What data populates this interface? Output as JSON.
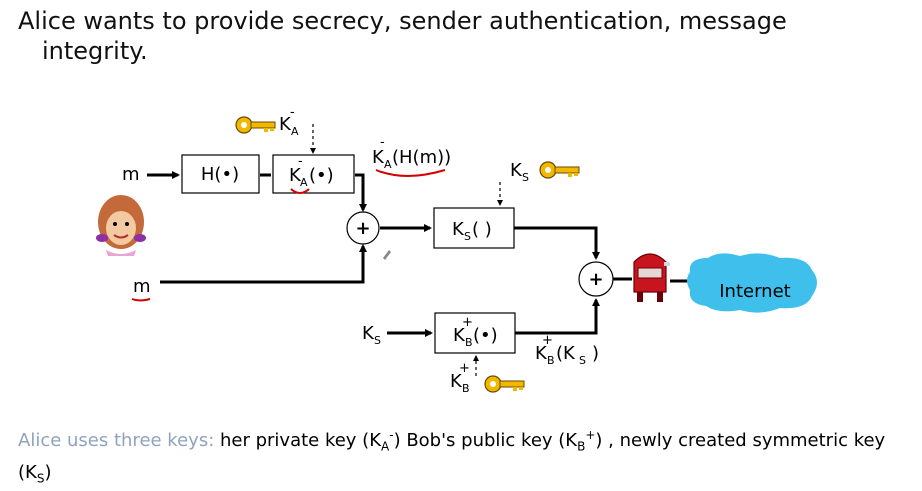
{
  "title": {
    "line1": "Alice wants to provide secrecy, sender authentication, message",
    "line2": "integrity."
  },
  "diagram": {
    "m_top": "m",
    "m_bottom": "m",
    "hash_box": "H(•)",
    "sign_box_K": "K",
    "sign_box_sub": "A",
    "sign_box_sup": "-",
    "sign_box_tail": "(•)",
    "key_A_K": "K",
    "key_A_sub": "A",
    "key_A_sup": "-",
    "sig_label_K": "K",
    "sig_label_sub": "A",
    "sig_label_sup": "-",
    "sig_label_tail": "(H(m))",
    "plus1": "+",
    "plus2": "+",
    "ks_box_K": "K",
    "ks_box_sub": "S",
    "ks_box_tail": "( )",
    "key_S_K": "K",
    "key_S_sub": "S",
    "kb_input_K": "K",
    "kb_input_sub": "S",
    "kb_box_K": "K",
    "kb_box_sub": "B",
    "kb_box_sup": "+",
    "kb_box_tail": "(•)",
    "kb_out_K": "K",
    "kb_out_sub": "B",
    "kb_out_sup": "+",
    "kb_out_tail": "(K",
    "kb_out_tail_sub": "S",
    "kb_out_tail_end": ")",
    "key_B_K": "K",
    "key_B_sub": "B",
    "key_B_sup": "+",
    "internet": "Internet",
    "colors": {
      "internet_cloud": "#3fc0ec",
      "key": "#f2b800",
      "annotation": "#d40000",
      "mailbox": "#c8141e"
    }
  },
  "footer": {
    "intro": "Alice uses three keys:",
    "text1": " her private key (K",
    "sub1": "A",
    "sup1": "-",
    "text2": ") Bob's public key (K",
    "sub2": "B",
    "sup2": "+",
    "text3": ")  , newly created symmetric key",
    "text4": "(K",
    "sub4": "S",
    "text5": ")"
  }
}
